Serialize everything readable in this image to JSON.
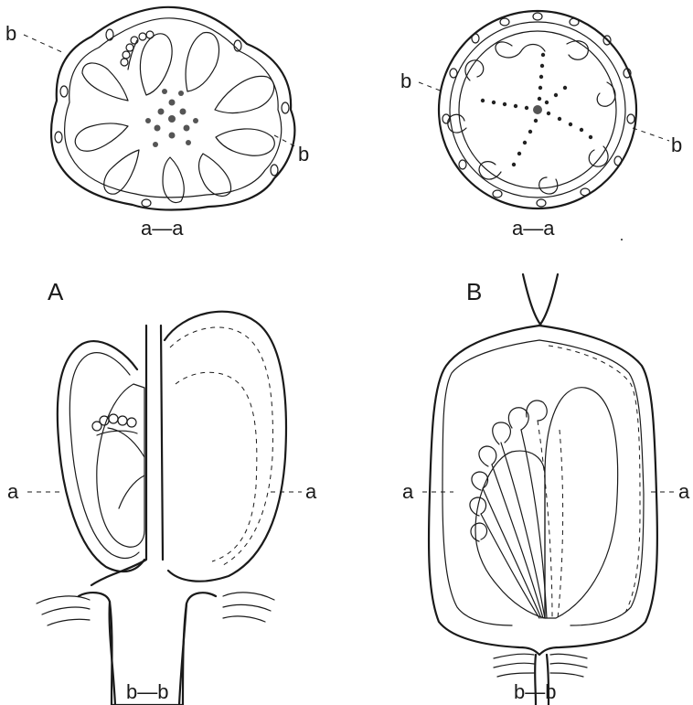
{
  "panels": {
    "A": {
      "letter": "A",
      "section_label": "a—a",
      "cut_b_left": "b",
      "cut_b_right": "b",
      "cut_a_left": "a",
      "cut_a_right": "a",
      "long_label": "b—b"
    },
    "B": {
      "letter": "B",
      "section_label": "a—a",
      "cut_b_left": "b",
      "cut_b_right": "b",
      "cut_a_left": "a",
      "cut_a_right": "a",
      "long_label": "b—b"
    }
  }
}
